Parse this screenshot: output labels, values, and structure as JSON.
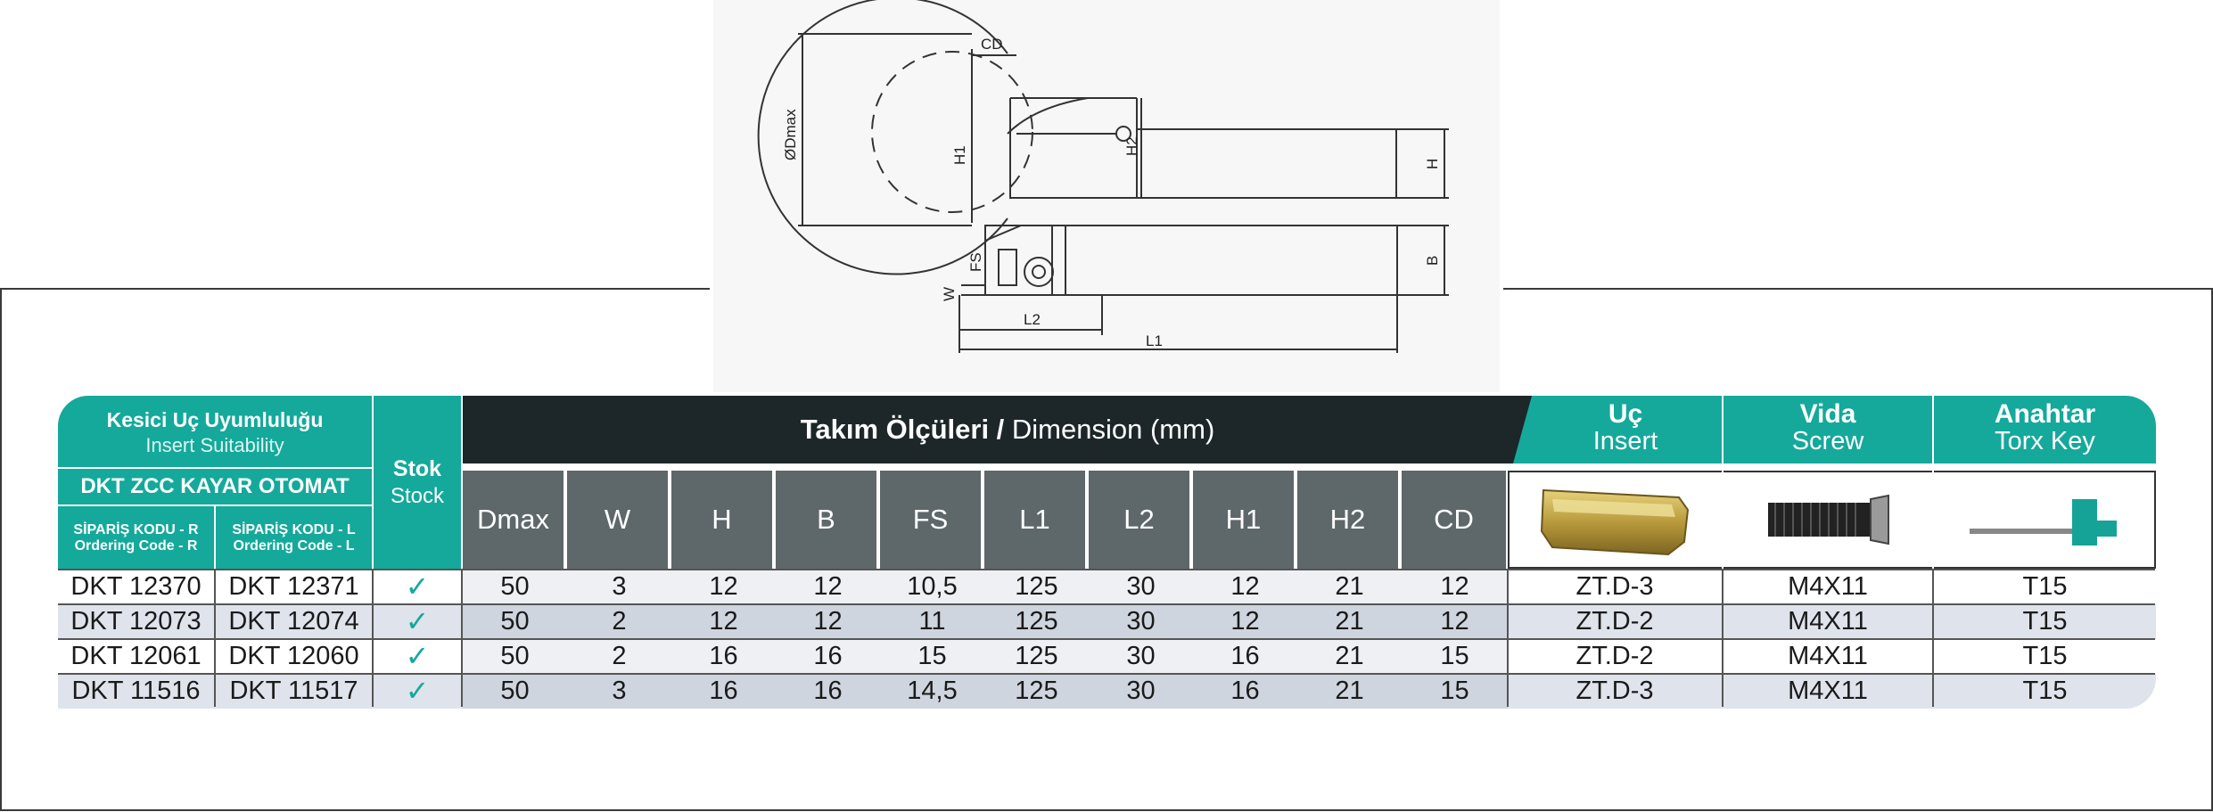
{
  "diagram": {
    "labels": {
      "cd": "CD",
      "dmax": "ØDmax",
      "h1": "H1",
      "h2": "H2",
      "h": "H",
      "b": "B",
      "fs": "FS",
      "w": "W",
      "l2": "L2",
      "l1": "L1"
    }
  },
  "header": {
    "insert_suitability_tr": "Kesici Uç Uyumluluğu",
    "insert_suitability_en": "Insert Suitability",
    "series": "DKT ZCC KAYAR OTOMAT",
    "code_r_tr": "SİPARİŞ KODU - R",
    "code_r_en": "Ordering Code - R",
    "code_l_tr": "SİPARİŞ KODU - L",
    "code_l_en": "Ordering Code - L",
    "stock_tr": "Stok",
    "stock_en": "Stock",
    "dimension_tr": "Takım Ölçüleri /",
    "dimension_en": " Dimension (mm)",
    "insert_tr": "Uç",
    "insert_en": "Insert",
    "screw_tr": "Vida",
    "screw_en": "Screw",
    "key_tr": "Anahtar",
    "key_en": "Torx Key",
    "columns": [
      "Dmax",
      "W",
      "H",
      "B",
      "FS",
      "L1",
      "L2",
      "H1",
      "H2",
      "CD"
    ]
  },
  "rows": [
    {
      "code_r": "DKT 12370",
      "code_l": "DKT 12371",
      "stock": "✓",
      "dmax": "50",
      "w": "3",
      "h": "12",
      "b": "12",
      "fs": "10,5",
      "l1": "125",
      "l2": "30",
      "h1": "12",
      "h2": "21",
      "cd": "12",
      "insert": "ZT.D-3",
      "screw": "M4X11",
      "key": "T15"
    },
    {
      "code_r": "DKT 12073",
      "code_l": "DKT 12074",
      "stock": "✓",
      "dmax": "50",
      "w": "2",
      "h": "12",
      "b": "12",
      "fs": "11",
      "l1": "125",
      "l2": "30",
      "h1": "12",
      "h2": "21",
      "cd": "12",
      "insert": "ZT.D-2",
      "screw": "M4X11",
      "key": "T15"
    },
    {
      "code_r": "DKT 12061",
      "code_l": "DKT 12060",
      "stock": "✓",
      "dmax": "50",
      "w": "2",
      "h": "16",
      "b": "16",
      "fs": "15",
      "l1": "125",
      "l2": "30",
      "h1": "16",
      "h2": "21",
      "cd": "15",
      "insert": "ZT.D-2",
      "screw": "M4X11",
      "key": "T15"
    },
    {
      "code_r": "DKT 11516",
      "code_l": "DKT 11517",
      "stock": "✓",
      "dmax": "50",
      "w": "3",
      "h": "16",
      "b": "16",
      "fs": "14,5",
      "l1": "125",
      "l2": "30",
      "h1": "16",
      "h2": "21",
      "cd": "15",
      "insert": "ZT.D-3",
      "screw": "M4X11",
      "key": "T15"
    }
  ],
  "colors": {
    "teal": "#14a99b",
    "dark": "#1d2629",
    "gray": "#5e676a",
    "row_alt": "#dfe3ec"
  }
}
